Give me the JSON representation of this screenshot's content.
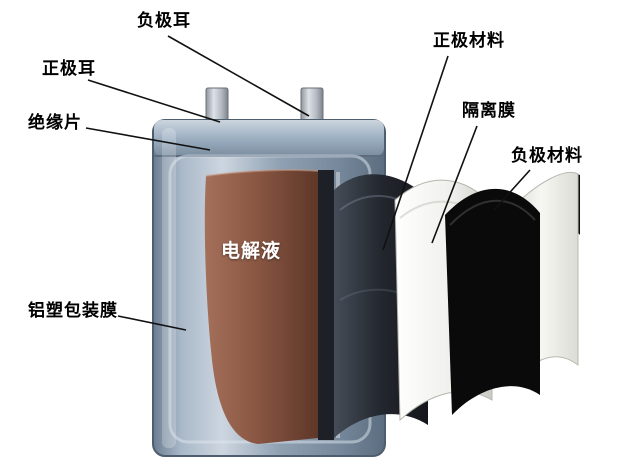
{
  "diagram": {
    "title": "pouch-lithium-battery-structure",
    "labels": {
      "negative_tab": "负极耳",
      "positive_tab": "正极耳",
      "insulation_sheet": "绝缘片",
      "cathode_material": "正极材料",
      "separator_film": "隔离膜",
      "anode_material": "负极材料",
      "electrolyte": "电解液",
      "aluminum_plastic_film": "铝塑包装膜"
    },
    "colors": {
      "background": "#ffffff",
      "pouch_metal": "#93a5b8",
      "tab_metal": "#c6ccd3",
      "electrolyte_brown": "#84543f",
      "cathode_dark": "#2c3138",
      "separator_white": "#f2f2ee",
      "anode_black": "#0a0a0a",
      "label_text": "#000000",
      "electrolyte_text": "#ffffff"
    }
  }
}
